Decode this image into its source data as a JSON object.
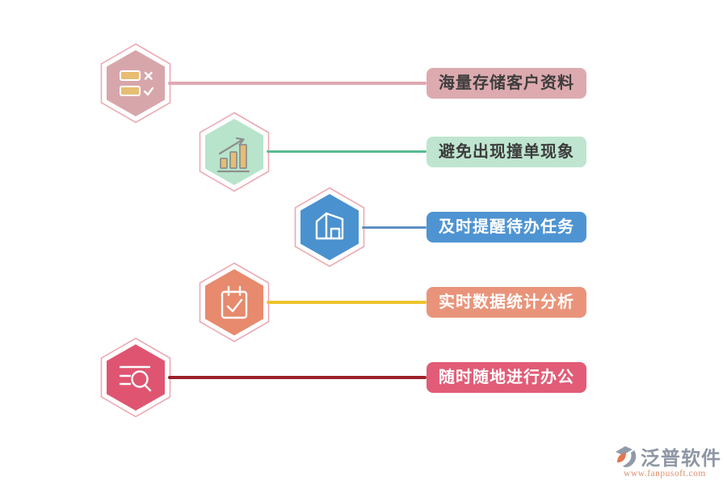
{
  "palette": {
    "ring": "#ecaab3",
    "icon_tan": "#e7bd72",
    "icon_gray": "#8f8f8f",
    "canvas_bg": "#ffffff"
  },
  "features": [
    {
      "label": "海量存储客户资料",
      "icon": "checklist-icon",
      "colors": {
        "hex_fill": "#d7a6ab",
        "line": "#dfa9b1",
        "label_bg": "#dcaaaf",
        "label_text": "#3d3d3d"
      }
    },
    {
      "label": "避免出现撞单现象",
      "icon": "bar-chart-icon",
      "colors": {
        "hex_fill": "#b7e4cb",
        "line": "#57bb92",
        "label_bg": "#bfe5d0",
        "label_text": "#3d3d3d"
      }
    },
    {
      "label": "及时提醒待办任务",
      "icon": "warehouse-icon",
      "colors": {
        "hex_fill": "#4a91d0",
        "line": "#5e8fc3",
        "label_bg": "#4f94d2",
        "label_text": "#ffffff"
      }
    },
    {
      "label": "实时数据统计分析",
      "icon": "calendar-check-icon",
      "colors": {
        "hex_fill": "#e78a6d",
        "line": "#eec32e",
        "label_bg": "#e9947a",
        "label_text": "#ffffff"
      }
    },
    {
      "label": "随时随地进行办公",
      "icon": "search-list-icon",
      "colors": {
        "hex_fill": "#df5571",
        "line": "#9c2028",
        "label_bg": "#e25c77",
        "label_text": "#ffffff"
      }
    }
  ],
  "brand": {
    "name": "泛普软件",
    "url": "www.fanpusoft.com",
    "name_color": "#8e96a4",
    "url_color": "#df906f",
    "mark_gray": "#919aa9",
    "mark_orange": "#e0764f"
  }
}
